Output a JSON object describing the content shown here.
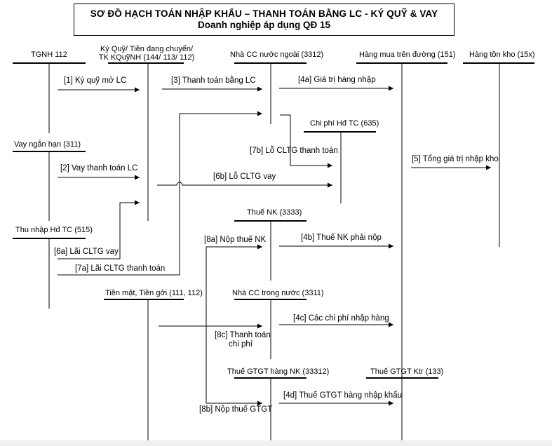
{
  "title": {
    "line1": "SƠ ĐỒ HẠCH TOÁN NHẬP KHẨU – THANH TOÁN BẰNG LC - KÝ QUỸ & VAY",
    "line2": "Doanh nghiệp áp dụng QĐ 15"
  },
  "accounts": {
    "tgnh": "TGNH 112",
    "kyquy_line1": "Ký Quỹ/ Tiền đang chuyển/",
    "kyquy_line2": "TK KQuỹNH (144/ 113/ 112)",
    "ncc_nuoc_ngoai": "Nhà CC nước ngoài (3312)",
    "hang_mua_tren_duong": "Hàng mua trên đường (151)",
    "hang_ton_kho": "Hàng tồn kho (15x)",
    "chi_phi_hdtc": "Chi phí Hđ TC (635)",
    "vay_ngan_han": "Vay ngắn hạn (311)",
    "thu_nhap_hdtc": "Thu nhập Hđ TC (515)",
    "thue_nk": "Thuế NK (3333)",
    "tien_mat": "Tiền mặt, Tiền gởi (111, 112)",
    "ncc_trong_nuoc": "Nhà CC trong nước (3311)",
    "thue_gtgt_nk": "Thuế GTGT hàng NK (33312)",
    "thue_gtgt_ktr": "Thuế GTGT Ktr (133)"
  },
  "entries": {
    "e1": "[1] Ký quỹ mở LC",
    "e2": "[2] Vay thanh toán LC",
    "e3": "[3] Thanh toán bằng LC",
    "e4a": "[4a] Giá trị hàng nhập",
    "e4b": "[4b] Thuế NK phải nộp",
    "e4c": "[4c] Các chi phí nhập hàng",
    "e4d": "[4d] Thuế GTGT hàng nhập khẩu",
    "e5": "[5] Tổng giá trị nhập kho",
    "e6a": "[6a] Lãi CLTG vay",
    "e6b": "[6b] Lỗ CLTG vay",
    "e7a": "[7a] Lãi CLTG thanh toán",
    "e7b": "[7b] Lỗ CLTG thanh toán",
    "e8a": "[8a] Nộp thuế NK",
    "e8b": "[8b] Nộp thuế GTGT",
    "e8c_line1": "[8c] Thanh toán",
    "e8c_line2": "chi phí"
  }
}
